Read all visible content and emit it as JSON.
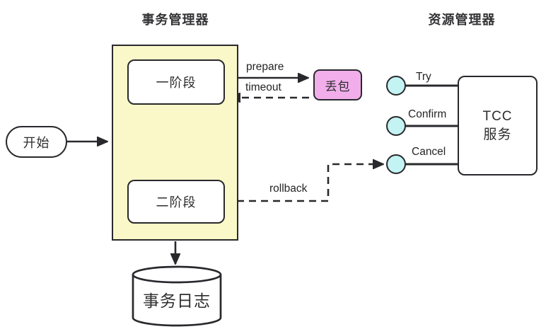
{
  "titles": {
    "transaction_manager": "事务管理器",
    "resource_manager": "资源管理器"
  },
  "nodes": {
    "start": "开始",
    "phase1": "一阶段",
    "phase2": "二阶段",
    "packet_loss": "丢包",
    "tcc_line1": "TCC",
    "tcc_line2": "服务",
    "transaction_log": "事务日志"
  },
  "edge_labels": {
    "prepare": "prepare",
    "timeout": "timeout",
    "rollback": "rollback",
    "try": "Try",
    "confirm": "Confirm",
    "cancel": "Cancel"
  },
  "colors": {
    "ink": "#29292d",
    "container_fill": "#faf7c8",
    "packet_loss_fill": "#f2aeeb",
    "endpoint_fill": "#c3f3f2",
    "node_fill": "#ffffff",
    "background": "#ffffff",
    "text": "#2e2e30"
  }
}
